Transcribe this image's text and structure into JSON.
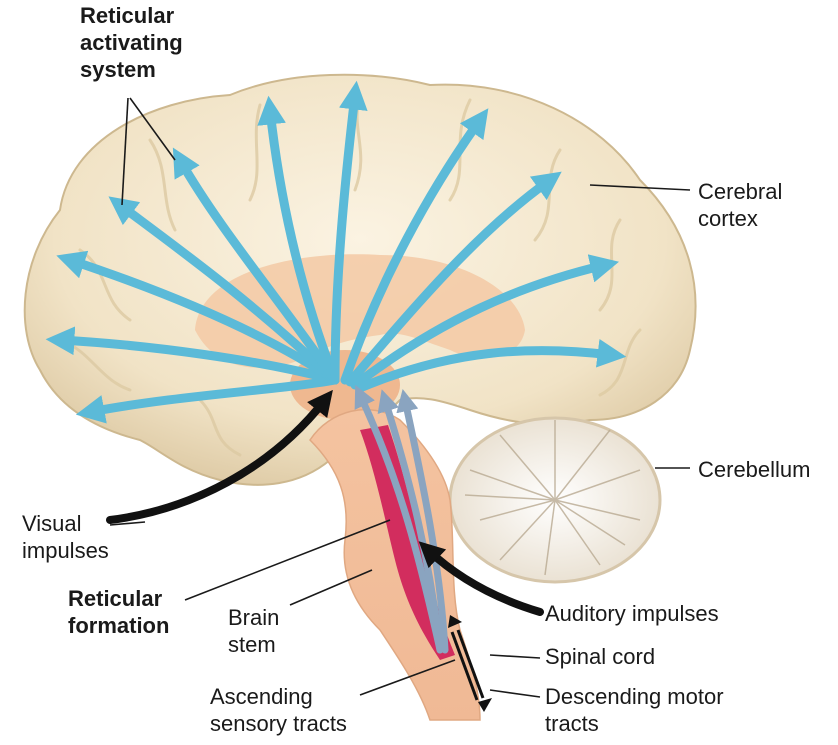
{
  "labels": {
    "ras": "Reticular\nactivating\nsystem",
    "cerebral_cortex": "Cerebral\ncortex",
    "cerebellum": "Cerebellum",
    "visual_impulses": "Visual\nimpulses",
    "reticular_formation": "Reticular\nformation",
    "brain_stem": "Brain\nstem",
    "auditory_impulses": "Auditory impulses",
    "spinal_cord": "Spinal cord",
    "ascending_sensory_tracts": "Ascending\nsensory tracts",
    "descending_motor_tracts": "Descending motor\ntracts"
  },
  "colors": {
    "cortex": "#f3e7cc",
    "cortex_shadow": "#d8c6a0",
    "limbic": "#f3c9a4",
    "thalamus": "#efb890",
    "brainstem": "#f6c9a6",
    "reticular": "#d22d5e",
    "cerebellum": "#f4ecdf",
    "arrow_blue": "#5bbad8",
    "arrow_gray": "#8aa4c0",
    "arrow_black": "#111111",
    "leader": "#1a1a1a"
  }
}
